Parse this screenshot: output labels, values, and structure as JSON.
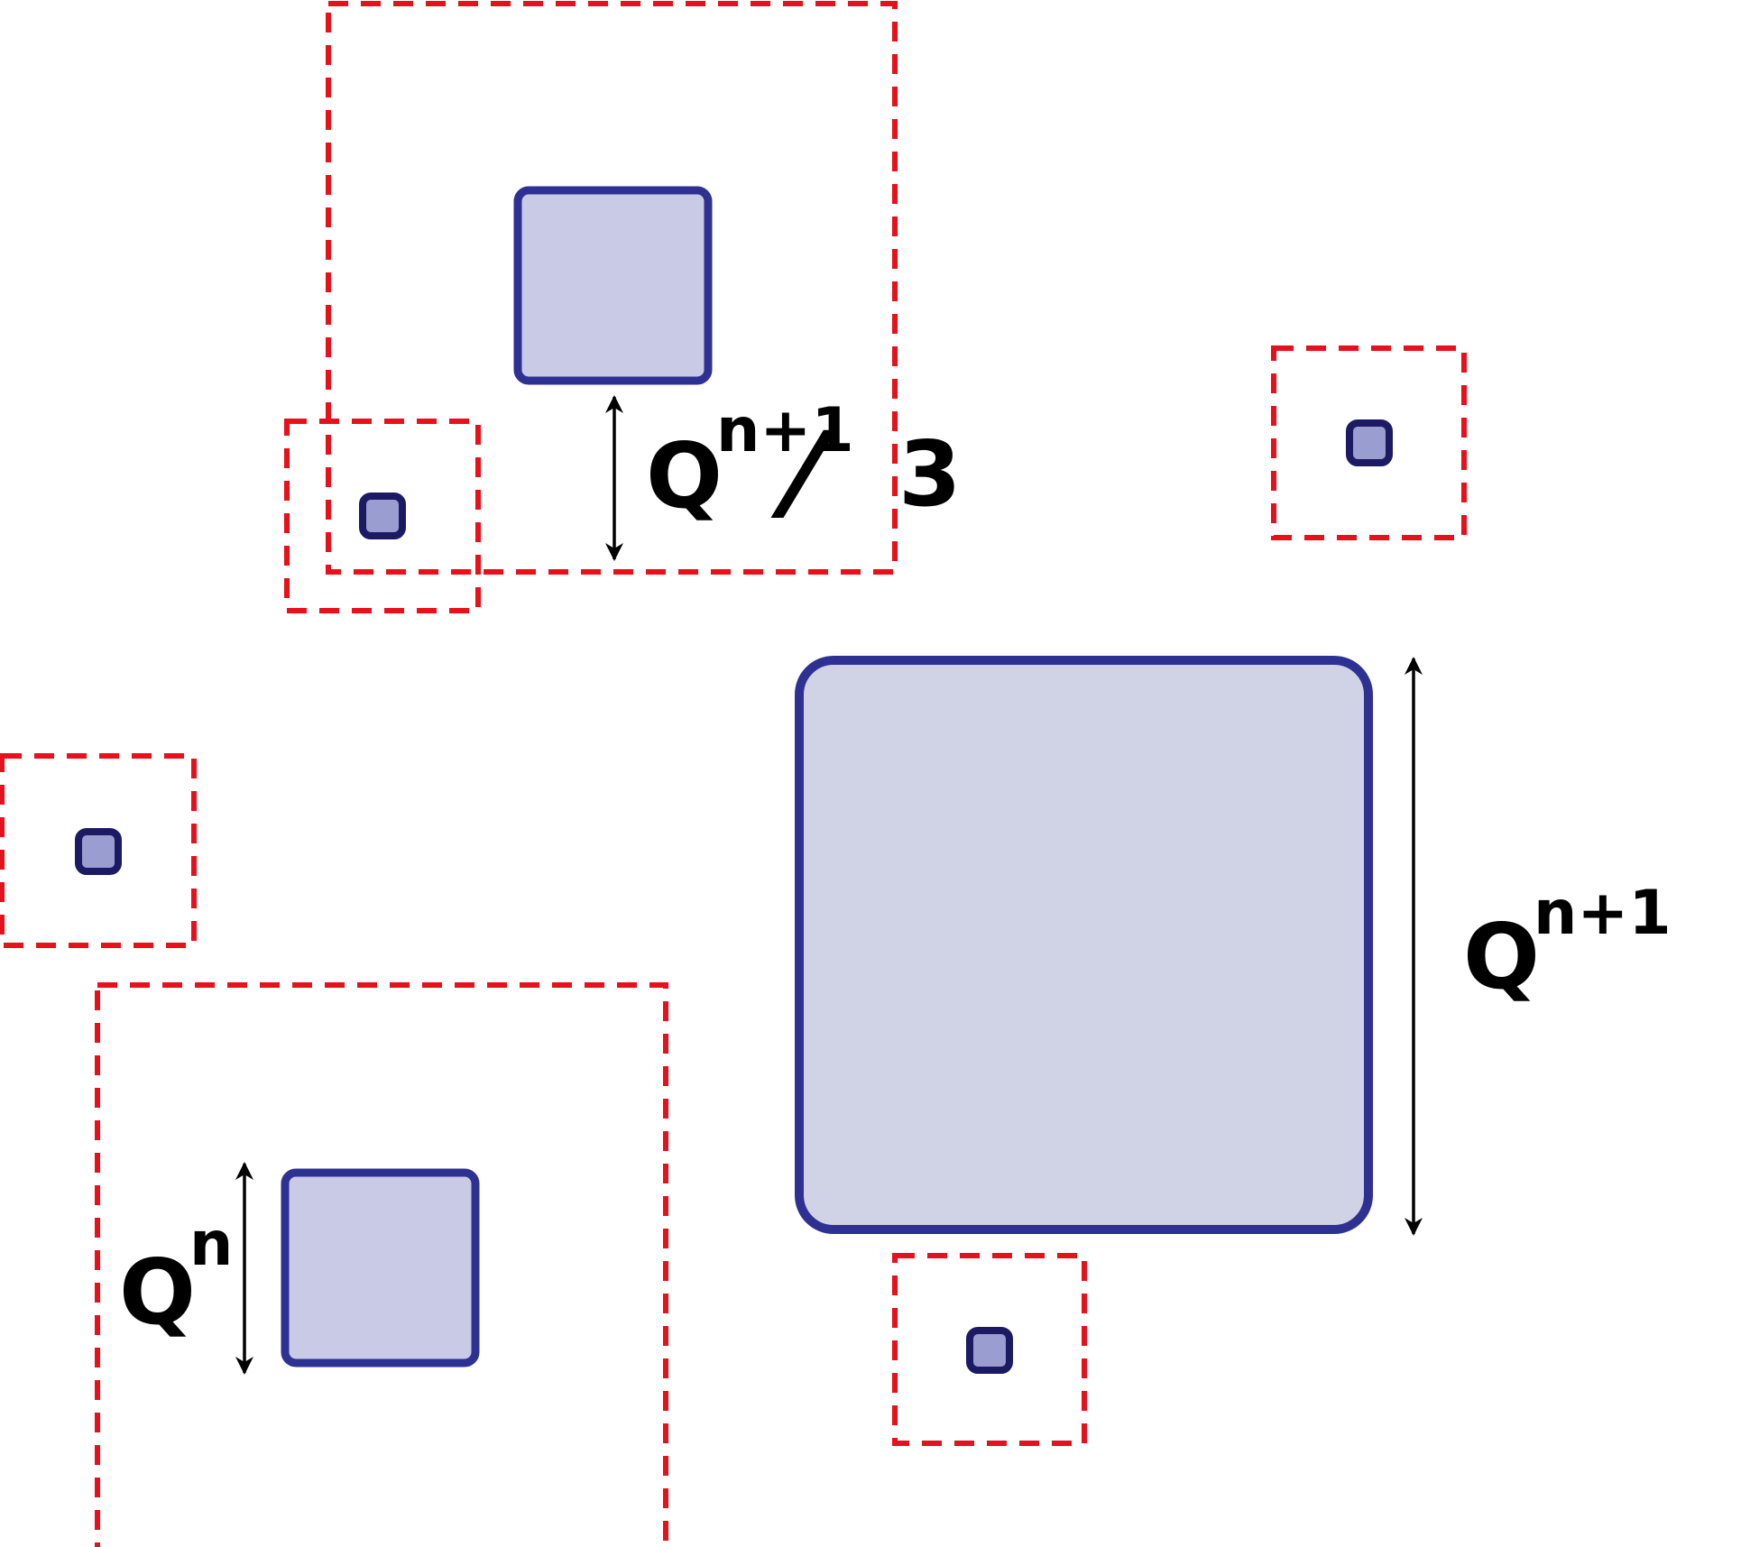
{
  "labels": {
    "base": "Q",
    "sup_small": "n",
    "sup_large": "n+1",
    "fraction_slash": "⁄",
    "fraction_denominator": "3"
  },
  "colors": {
    "dashed_box": "#e8101a",
    "square_stroke": "#2e3191",
    "square_fill": "#c8cae6",
    "large_square_fill": "#d0d2e6",
    "tiny_square_stroke": "#1c1a63",
    "tiny_square_fill": "#9a9dcf",
    "arrow": "#000000",
    "text": "#000000"
  }
}
